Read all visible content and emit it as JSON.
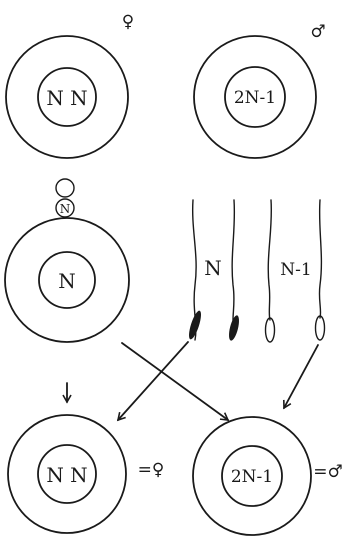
{
  "labels": {
    "egg_top": "N N",
    "sperm_top": "2N-1",
    "egg_mature": "N",
    "polar_body": "N",
    "sperm_group_n": "N",
    "sperm_group_n1": "N-1",
    "zygote_female": "N N",
    "zygote_male": "2N-1",
    "female_symbol": "♀",
    "male_symbol": "♂",
    "equals_female": "=♀",
    "equals_male": "=♂"
  }
}
